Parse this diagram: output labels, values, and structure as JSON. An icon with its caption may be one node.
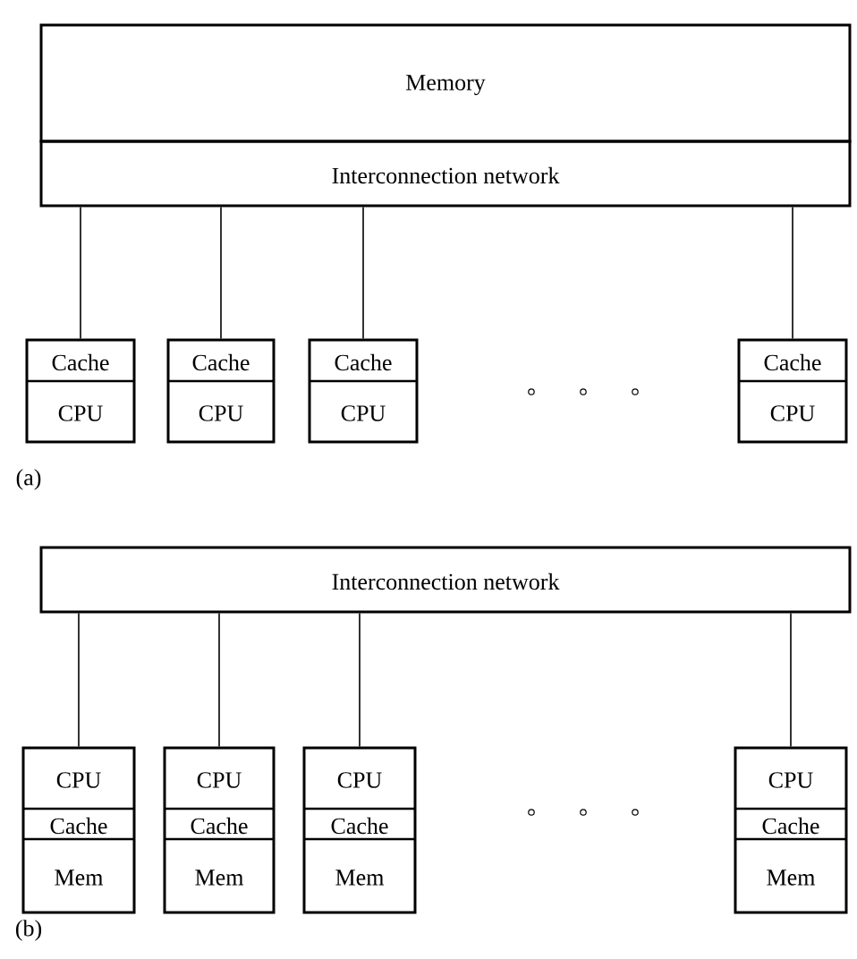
{
  "diagram": {
    "nodes": [
      {
        "text": [
          "Memory"
        ]
      },
      {
        "text": [
          "Interconnection network"
        ]
      },
      {
        "text": [
          "Cache",
          "CPU"
        ]
      },
      {
        "text": [
          "Cache",
          "CPU"
        ]
      },
      {
        "text": [
          "Cache",
          "CPU"
        ]
      },
      {
        "text": [
          "Cache",
          "CPU"
        ]
      },
      {
        "text": [
          "Interconnection network"
        ]
      },
      {
        "text": [
          "CPU",
          "Cache",
          "Mem"
        ]
      },
      {
        "text": [
          "CPU",
          "Cache",
          "Mem"
        ]
      },
      {
        "text": [
          "CPU",
          "Cache",
          "Mem"
        ]
      },
      {
        "text": [
          "CPU",
          "Cache",
          "Mem"
        ]
      }
    ],
    "edges": [
      {
        "from": 1,
        "to": 2,
        "arrow": "none"
      },
      {
        "from": 1,
        "to": 3,
        "arrow": "none"
      },
      {
        "from": 1,
        "to": 4,
        "arrow": "none"
      },
      {
        "from": 1,
        "to": 5,
        "arrow": "none"
      },
      {
        "from": 6,
        "to": 7,
        "arrow": "none"
      },
      {
        "from": 6,
        "to": 8,
        "arrow": "none"
      },
      {
        "from": 6,
        "to": 9,
        "arrow": "none"
      },
      {
        "from": 6,
        "to": 10,
        "arrow": "none"
      }
    ],
    "labels": [
      "(a)",
      "(b)"
    ]
  }
}
